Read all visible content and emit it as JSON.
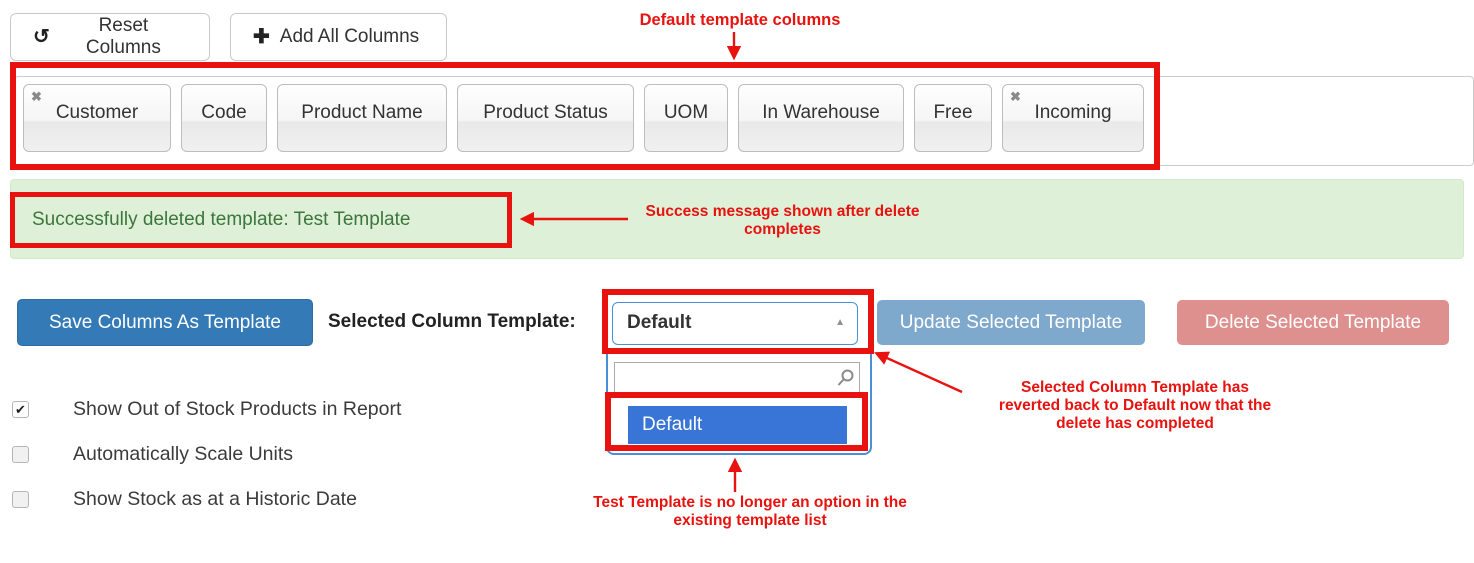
{
  "toolbar": {
    "reset_label": "Reset Columns",
    "add_all_label": "Add All Columns"
  },
  "columns": {
    "items": [
      {
        "label": "Customer",
        "closable": true
      },
      {
        "label": "Code",
        "closable": false
      },
      {
        "label": "Product Name",
        "closable": false
      },
      {
        "label": "Product Status",
        "closable": false
      },
      {
        "label": "UOM",
        "closable": false
      },
      {
        "label": "In Warehouse",
        "closable": false
      },
      {
        "label": "Free",
        "closable": false
      },
      {
        "label": "Incoming",
        "closable": true
      }
    ]
  },
  "alert": {
    "message": "Successfully deleted template: Test Template"
  },
  "template_controls": {
    "save_label": "Save Columns As Template",
    "selected_label": "Selected Column Template:",
    "selected_value": "Default",
    "update_label": "Update Selected Template",
    "delete_label": "Delete Selected Template",
    "dropdown": {
      "search_value": "",
      "options": [
        "Default"
      ],
      "highlighted_option": "Default"
    }
  },
  "report_options": {
    "checkboxes": [
      {
        "label": "Show Out of Stock Products in Report",
        "checked": true
      },
      {
        "label": "Automatically Scale Units",
        "checked": false
      },
      {
        "label": "Show Stock as at a Historic Date",
        "checked": false
      }
    ]
  },
  "annotations": {
    "columns_note": "Default template columns",
    "success_note": {
      "line1": "Success message shown after delete",
      "line2": "completes"
    },
    "reverted_note": {
      "line1": "Selected Column Template has",
      "line2": "reverted back to Default now that the",
      "line3": "delete has completed"
    },
    "removed_note": {
      "line1": "Test Template is no longer an option in the",
      "line2": "existing template list"
    }
  },
  "icons": {
    "reset": "↺",
    "plus": "✚",
    "close": "✖",
    "check": "✔",
    "caret_up": "▲"
  },
  "colors": {
    "primary_blue": "#337ab7",
    "muted_blue": "#7fa8cd",
    "muted_red": "#de908e",
    "annotation_red": "#e8120e",
    "option_highlight_blue": "#3875d7",
    "success_bg": "#dff0d8",
    "success_text": "#3c763d",
    "select_border_blue": "#4a90d9"
  }
}
